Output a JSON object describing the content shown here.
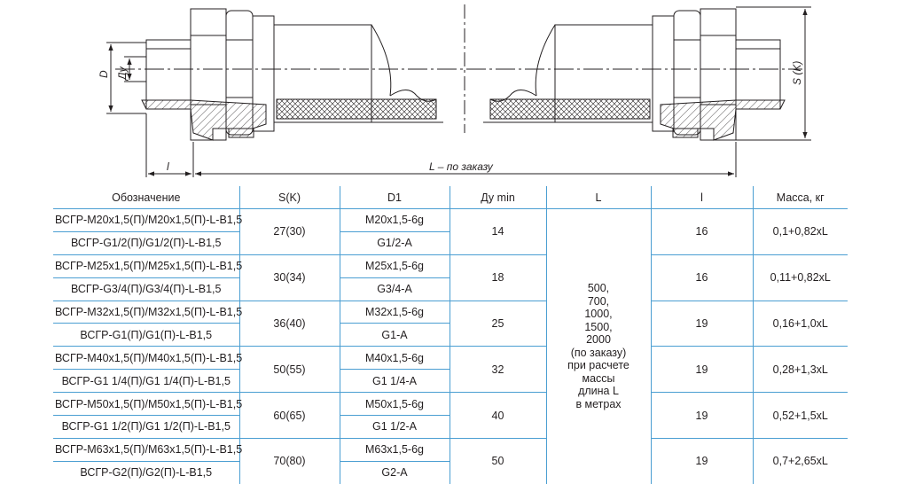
{
  "drawing": {
    "label_D": "D",
    "label_Du": "Ду",
    "label_l": "l",
    "label_L": "L – по заказу",
    "label_S": "S (K)"
  },
  "table": {
    "headers": [
      "Обозначение",
      "S(K)",
      "D1",
      "Ду min",
      "L",
      "l",
      "Масса, кг"
    ],
    "L_common": "500,\n700,\n1000,\n1500,\n2000\n(по заказу)\nпри расчете\nмассы\nдлина L\nв метрах",
    "groups": [
      {
        "desig": [
          "ВСГР-М20х1,5(П)/М20х1,5(П)-L-В1,5",
          "ВСГР-G1/2(П)/G1/2(П)-L-В1,5"
        ],
        "sk": "27(30)",
        "d1": [
          "M20x1,5-6g",
          "G1/2-A"
        ],
        "du": "14",
        "l": "16",
        "mass": "0,1+0,82xL"
      },
      {
        "desig": [
          "ВСГР-М25х1,5(П)/М25х1,5(П)-L-В1,5",
          "ВСГР-G3/4(П)/G3/4(П)-L-В1,5"
        ],
        "sk": "30(34)",
        "d1": [
          "M25x1,5-6g",
          "G3/4-A"
        ],
        "du": "18",
        "l": "16",
        "mass": "0,11+0,82xL"
      },
      {
        "desig": [
          "ВСГР-М32х1,5(П)/М32х1,5(П)-L-В1,5",
          "ВСГР-G1(П)/G1(П)-L-В1,5"
        ],
        "sk": "36(40)",
        "d1": [
          "M32x1,5-6g",
          "G1-A"
        ],
        "du": "25",
        "l": "19",
        "mass": "0,16+1,0xL"
      },
      {
        "desig": [
          "ВСГР-М40х1,5(П)/М40х1,5(П)-L-В1,5",
          "ВСГР-G1 1/4(П)/G1 1/4(П)-L-В1,5"
        ],
        "sk": "50(55)",
        "d1": [
          "M40x1,5-6g",
          "G1 1/4-A"
        ],
        "du": "32",
        "l": "19",
        "mass": "0,28+1,3xL"
      },
      {
        "desig": [
          "ВСГР-М50х1,5(П)/М50х1,5(П)-L-В1,5",
          "ВСГР-G1 1/2(П)/G1 1/2(П)-L-В1,5"
        ],
        "sk": "60(65)",
        "d1": [
          "M50x1,5-6g",
          "G1 1/2-A"
        ],
        "du": "40",
        "l": "19",
        "mass": "0,52+1,5xL"
      },
      {
        "desig": [
          "ВСГР-М63х1,5(П)/М63х1,5(П)-L-В1,5",
          "ВСГР-G2(П)/G2(П)-L-В1,5"
        ],
        "sk": "70(80)",
        "d1": [
          "M63x1,5-6g",
          "G2-A"
        ],
        "du": "50",
        "l": "19",
        "mass": "0,7+2,65xL"
      }
    ]
  }
}
